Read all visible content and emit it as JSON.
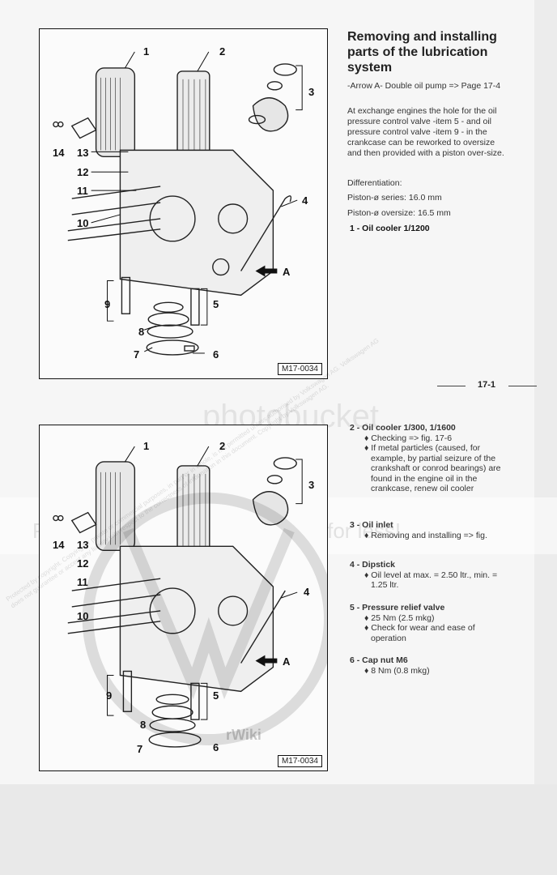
{
  "header": {
    "title": "Removing and installing parts of the lubrication system"
  },
  "intro": {
    "arrow_text": "-Arrow A- Double oil pump => Page 17-4",
    "exchange_text": "At exchange engines the hole for the oil pressure control valve -item 5 - and oil pressure control valve -item 9 - in the crankcase can be reworked to oversize and then provided with a piston over-size.",
    "differentiation": "Differentiation:",
    "piston_series": "Piston-ø series: 16.0 mm",
    "piston_oversize": "Piston-ø oversize: 16.5 mm",
    "item1": "1 - Oil cooler 1/1200"
  },
  "page_number": "17-1",
  "figure": {
    "id": "M17-0034",
    "arrow_label": "A",
    "callouts": [
      "1",
      "2",
      "3",
      "4",
      "5",
      "6",
      "7",
      "8",
      "9",
      "10",
      "11",
      "12",
      "13",
      "14"
    ]
  },
  "items": [
    {
      "heading": "2 - Oil cooler 1/300, 1/1600",
      "bullets": [
        "♦ Checking => fig. 17-6",
        "♦ If metal particles (caused, for example, by partial seizure of the crankshaft or conrod bearings) are found in the engine oil in the crankcase, renew oil cooler"
      ]
    },
    {
      "heading": "3 - Oil inlet",
      "bullets": [
        "♦ Removing and installing => fig."
      ]
    },
    {
      "heading": "4 - Dipstick",
      "bullets": [
        "♦ Oil level at max. = 2.50 ltr., min. = 1.25 ltr."
      ]
    },
    {
      "heading": "5 - Pressure relief valve",
      "bullets": [
        "♦ 25 Nm (2.5 mkg)",
        "♦ Check for wear and ease of operation"
      ]
    },
    {
      "heading": "6 - Cap nut M6",
      "bullets": [
        "♦ 8 Nm (0.8 mkg)"
      ]
    }
  ],
  "watermarks": {
    "photobucket": "photobucket",
    "protect": "Protect more of your memories for less!",
    "copyright": "Protected by copyright. Copying for private or commercial purposes, in part or in whole, is not permitted unless authorised by Volkswagen AG. Volkswagen AG does not guarantee or accept any liability with respect to the correctness of information in this document. Copyright by Volkswagen AG.",
    "brand": "rWiki"
  },
  "colors": {
    "ink": "#111111",
    "paper": "#f6f6f6",
    "band": "#e9e9e9"
  }
}
